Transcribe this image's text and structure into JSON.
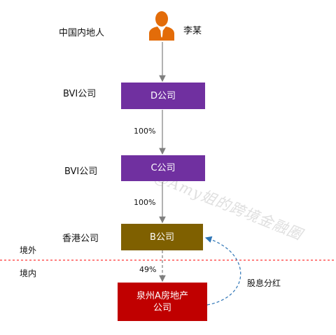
{
  "person": {
    "region_label": "中国内地人",
    "name": "李某"
  },
  "entities": [
    {
      "jurisdiction": "BVI公司",
      "name": "D公司",
      "color": "#7030A0"
    },
    {
      "jurisdiction": "BVI公司",
      "name": "C公司",
      "color": "#7030A0"
    },
    {
      "jurisdiction": "香港公司",
      "name": "B公司",
      "color": "#7F6000"
    },
    {
      "jurisdiction": "",
      "name": "泉州A房地产\n公司",
      "color": "#C00000"
    }
  ],
  "ownership": [
    "100%",
    "100%",
    "49%"
  ],
  "boundary": {
    "outside": "境外",
    "inside": "境内",
    "color": "#FF0000"
  },
  "dividend_label": "股息分红",
  "watermark": "@Amy姐的跨境金融圈",
  "colors": {
    "person_icon": "#E36C09",
    "arrow": "#7F7F7F",
    "dividend_arrow": "#2E75B6"
  }
}
